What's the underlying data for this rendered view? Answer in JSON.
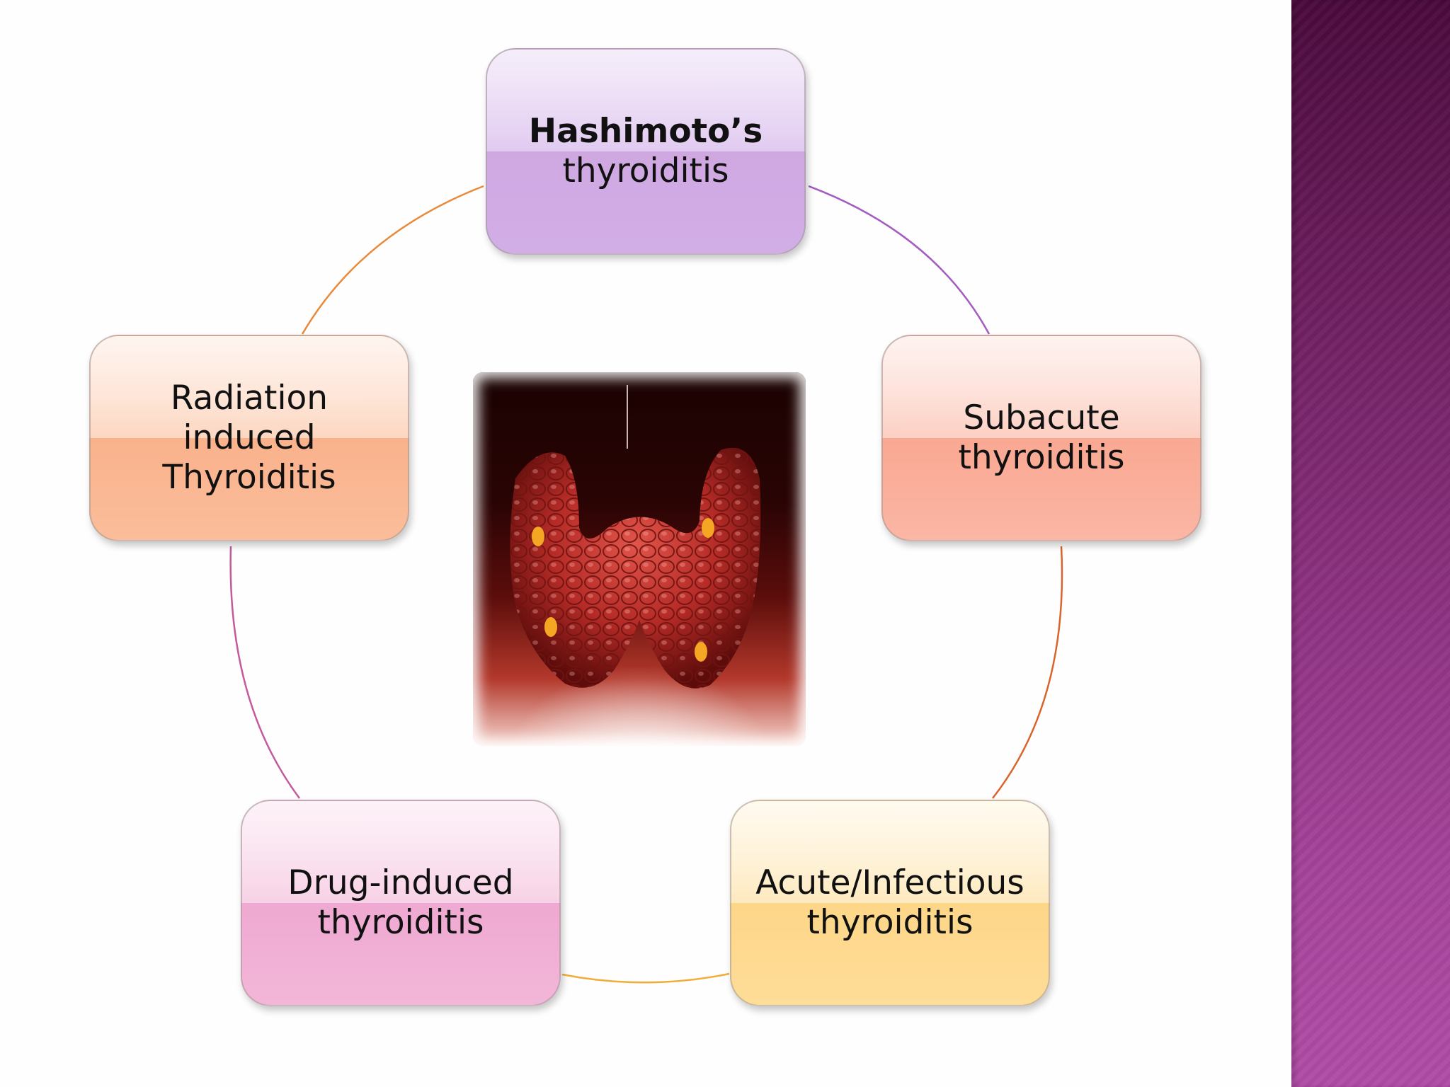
{
  "diagram": {
    "nodes": [
      {
        "id": "hashimoto",
        "label": "Hashimoto’s thyroiditis",
        "lines": [
          "Hashimoto’s",
          "thyroiditis"
        ],
        "color": "#d4b0e6"
      },
      {
        "id": "subacute",
        "label": "Subacute thyroiditis",
        "lines": [
          "Subacute",
          "thyroiditis"
        ],
        "color": "#fbae98"
      },
      {
        "id": "acute",
        "label": "Acute/Infectious thyroiditis",
        "lines": [
          "Acute/Infectious",
          "thyroiditis"
        ],
        "color": "#fdd98e"
      },
      {
        "id": "drug",
        "label": "Drug-induced thyroiditis",
        "lines": [
          "Drug-induced",
          "thyroiditis"
        ],
        "color": "#f2b2d6"
      },
      {
        "id": "radiation",
        "label": "Radiation induced Thyroiditis",
        "lines": [
          "Radiation",
          "induced",
          "Thyroiditis"
        ],
        "color": "#fbb996"
      }
    ],
    "arc_colors": [
      "#a35cc0",
      "#d9652d",
      "#efad3a",
      "#c45a9c",
      "#e88a3a"
    ],
    "center_image": "thyroid-gland-illustration"
  },
  "theme": {
    "sidebar_color": "#8c3180"
  }
}
